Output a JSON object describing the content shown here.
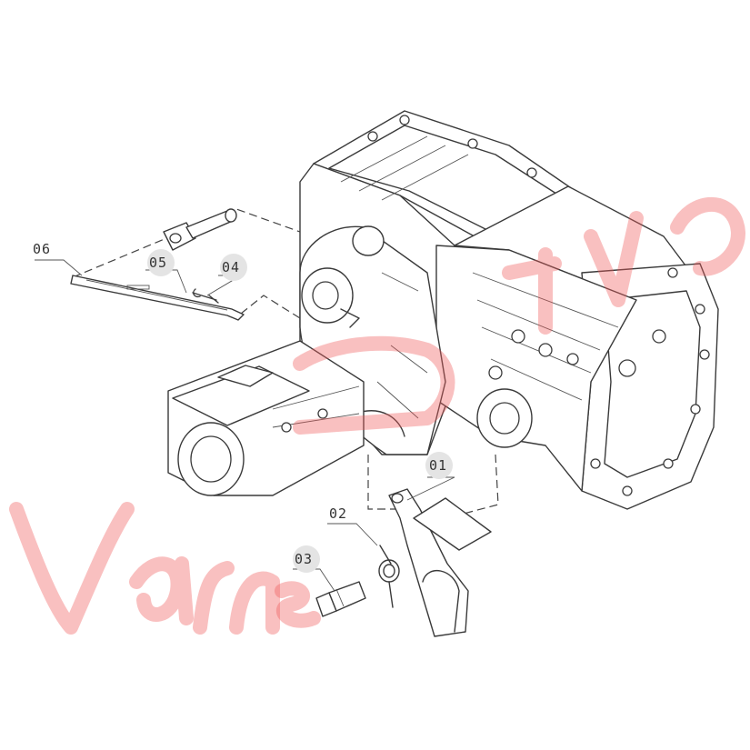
{
  "callouts": [
    {
      "id": "p01",
      "text": "01"
    },
    {
      "id": "p02",
      "text": "02"
    },
    {
      "id": "p03",
      "text": "03"
    },
    {
      "id": "p04",
      "text": "04"
    },
    {
      "id": "p05",
      "text": "05"
    },
    {
      "id": "p06",
      "text": "06"
    }
  ],
  "watermark": {
    "text": "Varna"
  },
  "colors": {
    "ink": "#3a3a3a",
    "watermark": "#f05a5a",
    "background": "#ffffff"
  }
}
